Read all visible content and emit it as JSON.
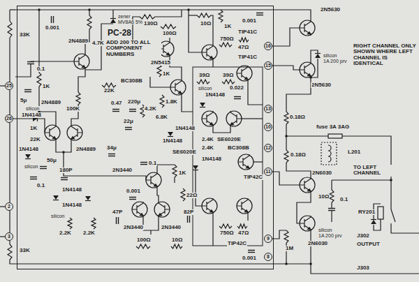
{
  "diagram": {
    "nodes": [
      {
        "text": [
          "PC-28",
          "ADD 200 TO ALL COMPONENT NUMBERS"
        ]
      }
    ],
    "labels": [
      "33K",
      "5μ",
      "25",
      "26",
      "0.1",
      "silicon",
      "1N4148",
      "1K",
      "2N4889",
      "22K",
      "1N4148",
      "silicon",
      "50μ",
      "180P",
      "1K",
      "0.001",
      "2N4889",
      "4.7K",
      "100K",
      "2N4889",
      "zener",
      "MV8A6 5%",
      "130Ω",
      "2N5415",
      "100Ω",
      "10Ω",
      "1K",
      "0.001",
      "750Ω",
      "TIP41C",
      "47Ω",
      "TIP41C",
      "BC308B",
      "1K",
      "39Ω",
      "39Ω",
      "silicon",
      "1N4148",
      "0.022",
      "1.8K",
      "22K",
      "0.47",
      "220μ",
      "4.2K",
      "6.8K",
      "22μ",
      "34μ",
      "1N4148",
      "1N4148",
      "2.4K",
      "2.4K",
      "SE6020E",
      "BC308B",
      "SE6020E",
      "1N4148",
      "0.1",
      "2N3440",
      "1K",
      "0.001",
      "22Ω",
      "47P",
      "82P",
      "2N3440",
      "2N3440",
      "100Ω",
      "10Ω",
      "1N4148",
      "1N4148",
      "silicon",
      "2.2K",
      "2.2K",
      "33K",
      "0.1",
      "TIP42C",
      "750Ω",
      "47Ω",
      "TIP42C",
      "0.001",
      "2N5630",
      "silicon",
      "1A 200 prv",
      "2N5630",
      "RIGHT CHANNEL ONLY SHOWN WHERE LEFT CHANNEL IS IDENTICAL",
      "0.18Ω",
      "fuse 3A 3AG",
      "0.18Ω",
      "L201",
      "2N6030",
      "TO LEFT CHANNEL",
      "10Ω",
      "0.1",
      "silicon",
      "1A 200 prv",
      "RY201",
      "2N6030",
      "1M",
      "J302",
      "OUTPUT",
      "J303",
      "16",
      "15",
      "13",
      "10",
      "12",
      "11",
      "9",
      "8",
      "2",
      "3"
    ]
  }
}
